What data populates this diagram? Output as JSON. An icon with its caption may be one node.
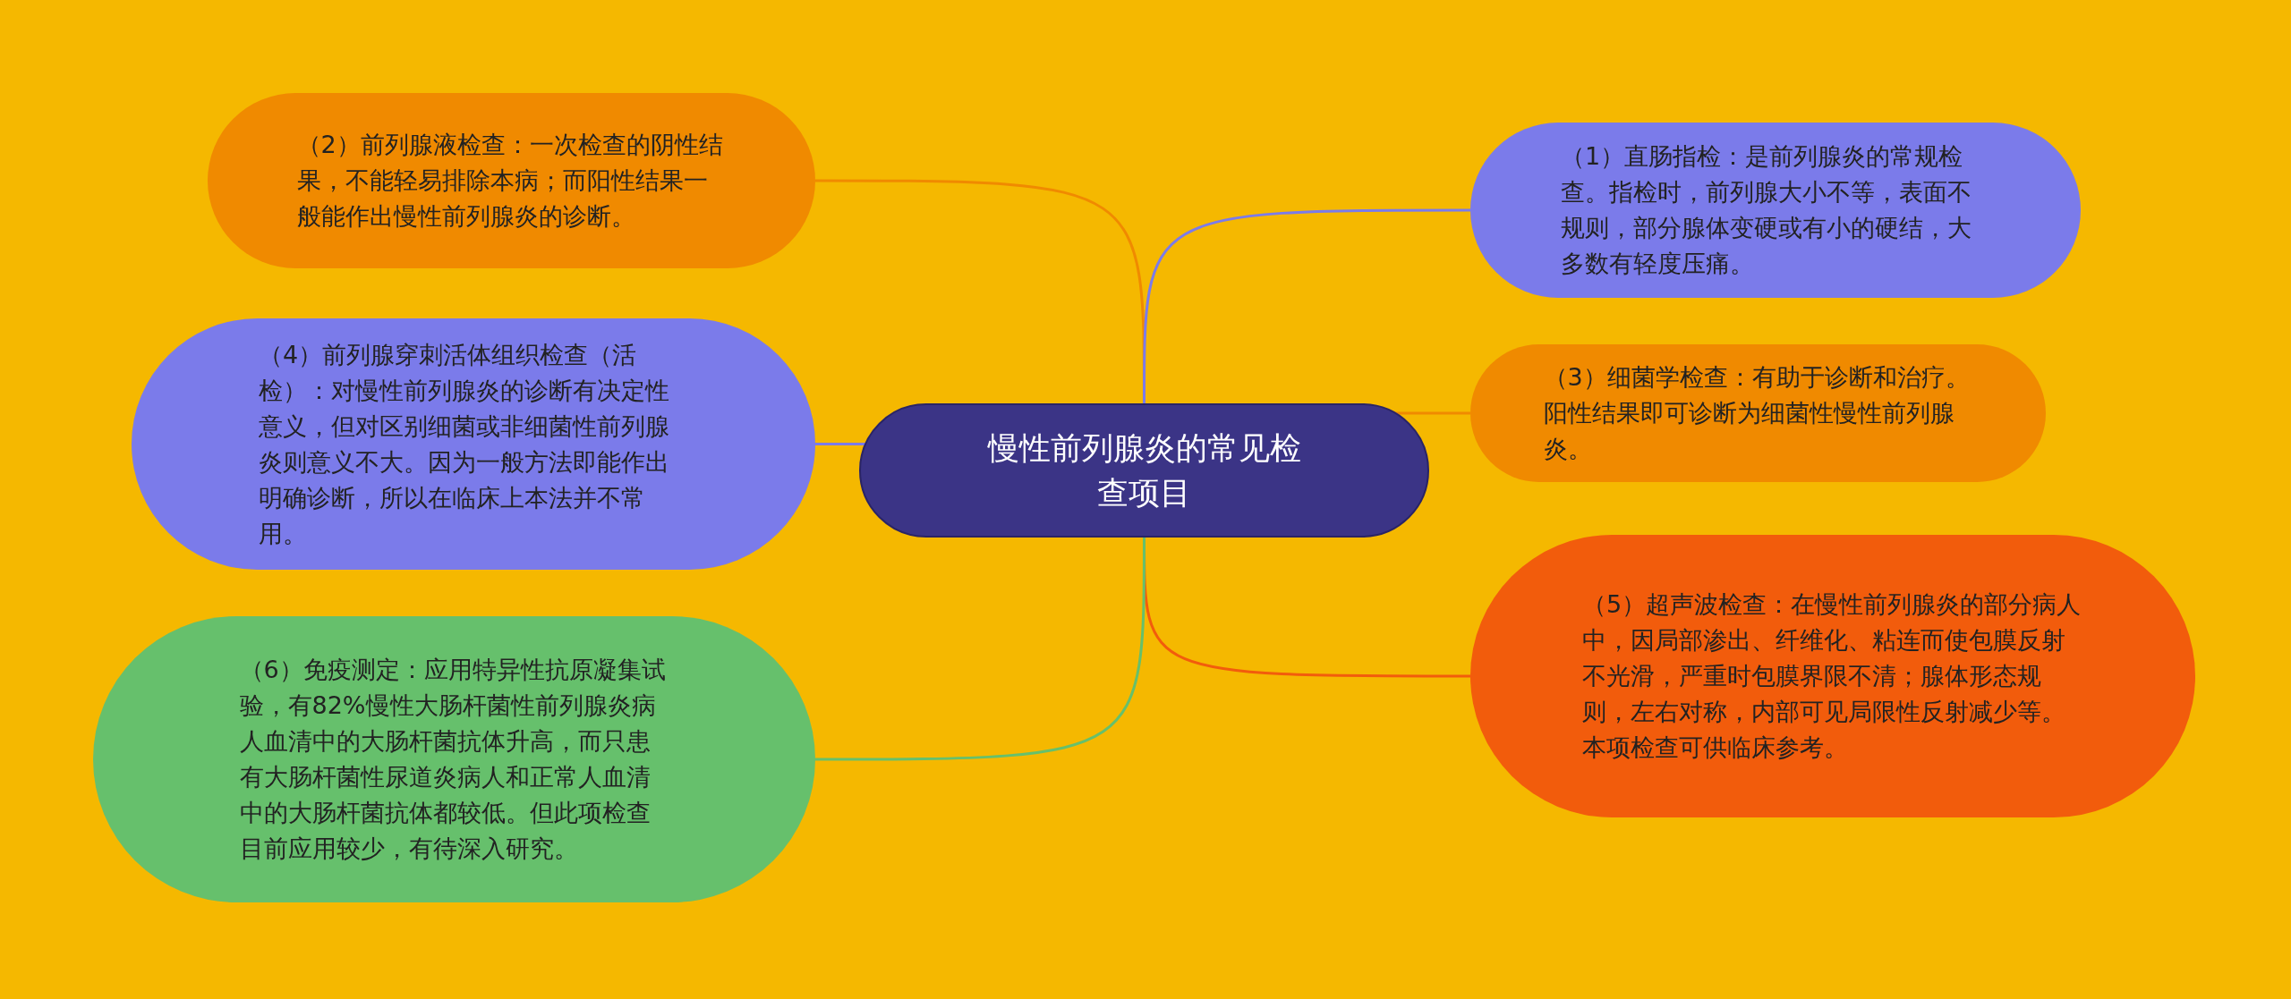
{
  "diagram": {
    "nodes": [
      {
        "text": [
          "慢性前列腺炎的常见检查项目"
        ]
      },
      {
        "text": [
          "（2）前列腺液检查：一次检查的阴性结果，不能轻易排除本病；而阳性结果一般能作出慢性前列腺炎的诊断。"
        ]
      },
      {
        "text": [
          "（1）直肠指检：是前列腺炎的常规检查。指检时，前列腺大小不等，表面不规则，部分腺体变硬或有小的硬结，大多数有轻度压痛。"
        ]
      },
      {
        "text": [
          "（4）前列腺穿刺活体组织检查（活检）：对慢性前列腺炎的诊断有决定性意义，但对区别细菌或非细菌性前列腺炎则意义不大。因为一般方法即能作出明确诊断，所以在临床上本法并不常用。"
        ]
      },
      {
        "text": [
          "（3）细菌学检查：有助于诊断和治疗。阳性结果即可诊断为细菌性慢性前列腺炎。"
        ]
      },
      {
        "text": [
          "（5）超声波检查：在慢性前列腺炎的部分病人中，因局部渗出、纤维化、粘连而使包膜反射不光滑，严重时包膜界限不清；腺体形态规则，左右对称，内部可见局限性反射减少等。本项检查可供临床参考。"
        ]
      },
      {
        "text": [
          "（6）免疫测定：应用特异性抗原凝集试验，有82%慢性大肠杆菌性前列腺炎病人血清中的大肠杆菌抗体升高，而只患有大肠杆菌性尿道炎病人和正常人血清中的大肠杆菌抗体都较低。但此项检查目前应用较少，有待深入研究。"
        ]
      }
    ],
    "edges": [
      {
        "from": 0,
        "to": 1,
        "arrow": "none",
        "color": "#f08a00"
      },
      {
        "from": 0,
        "to": 2,
        "arrow": "none",
        "color": "#7b7bea"
      },
      {
        "from": 0,
        "to": 3,
        "arrow": "none",
        "color": "#7b7bea"
      },
      {
        "from": 0,
        "to": 4,
        "arrow": "none",
        "color": "#f08a00"
      },
      {
        "from": 0,
        "to": 5,
        "arrow": "none",
        "color": "#f25c0c"
      },
      {
        "from": 0,
        "to": 6,
        "arrow": "none",
        "color": "#66c06c"
      }
    ]
  }
}
